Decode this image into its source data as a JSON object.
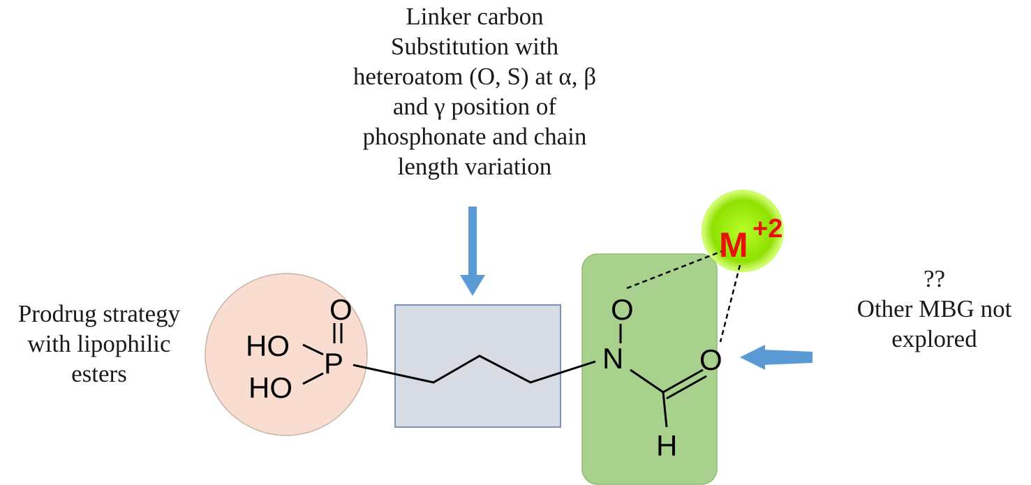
{
  "linker_annotation": {
    "lines": [
      "Linker carbon",
      "Substitution with",
      "heteroatom (O, S) at α, β",
      "and γ position of",
      "phosphonate and chain",
      "length variation"
    ]
  },
  "prodrug_annotation": {
    "lines": [
      "Prodrug strategy",
      "with lipophilic",
      "esters"
    ]
  },
  "mbg_annotation": {
    "lines": [
      "??",
      "Other MBG not",
      "explored"
    ]
  },
  "metal_ion": {
    "symbol": "M",
    "charge": "+2",
    "color": "#e8120c"
  },
  "atoms": {
    "phosphoryl_o": "O",
    "phosphorus": "P",
    "hydroxyl_1": "HO",
    "hydroxyl_2": "HO",
    "nitrogen": "N",
    "n_oxygen": "O",
    "carbonyl_o": "O",
    "formyl_h": "H"
  },
  "colors": {
    "phosphonate_circle": "#f8ddd0",
    "linker_box": "#d6dbe4",
    "linker_box_border": "#7c93b5",
    "hydroxamate_box": "#a9d18e",
    "metal_circle": "#8fe000",
    "arrow": "#5b9bd5"
  }
}
